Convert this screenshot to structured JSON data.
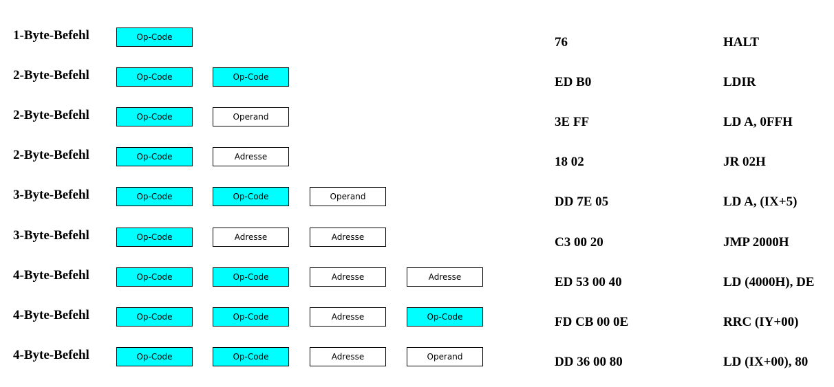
{
  "colors": {
    "opcode_fill": "#00ffff",
    "other_fill": "#ffffff",
    "border": "#000000"
  },
  "rows": [
    {
      "label": "1-Byte-Befehl",
      "cells": [
        {
          "kind": "opcode",
          "text": "Op-Code"
        }
      ],
      "hex": "76",
      "mnemonic": "HALT"
    },
    {
      "label": "2-Byte-Befehl",
      "cells": [
        {
          "kind": "opcode",
          "text": "Op-Code"
        },
        {
          "kind": "opcode",
          "text": "Op-Code"
        }
      ],
      "hex": "ED B0",
      "mnemonic": "LDIR"
    },
    {
      "label": "2-Byte-Befehl",
      "cells": [
        {
          "kind": "opcode",
          "text": "Op-Code"
        },
        {
          "kind": "operand",
          "text": "Operand"
        }
      ],
      "hex": "3E FF",
      "mnemonic": "LD A, 0FFH"
    },
    {
      "label": "2-Byte-Befehl",
      "cells": [
        {
          "kind": "opcode",
          "text": "Op-Code"
        },
        {
          "kind": "address",
          "text": "Adresse"
        }
      ],
      "hex": "18 02",
      "mnemonic": "JR 02H"
    },
    {
      "label": "3-Byte-Befehl",
      "cells": [
        {
          "kind": "opcode",
          "text": "Op-Code"
        },
        {
          "kind": "opcode",
          "text": "Op-Code"
        },
        {
          "kind": "operand",
          "text": "Operand"
        }
      ],
      "hex": "DD 7E 05",
      "mnemonic": "LD A, (IX+5)"
    },
    {
      "label": "3-Byte-Befehl",
      "cells": [
        {
          "kind": "opcode",
          "text": "Op-Code"
        },
        {
          "kind": "address",
          "text": "Adresse"
        },
        {
          "kind": "address",
          "text": "Adresse"
        }
      ],
      "hex": "C3 00 20",
      "mnemonic": "JMP 2000H"
    },
    {
      "label": "4-Byte-Befehl",
      "cells": [
        {
          "kind": "opcode",
          "text": "Op-Code"
        },
        {
          "kind": "opcode",
          "text": "Op-Code"
        },
        {
          "kind": "address",
          "text": "Adresse"
        },
        {
          "kind": "address",
          "text": "Adresse"
        }
      ],
      "hex": "ED 53 00 40",
      "mnemonic": "LD (4000H), DE"
    },
    {
      "label": "4-Byte-Befehl",
      "cells": [
        {
          "kind": "opcode",
          "text": "Op-Code"
        },
        {
          "kind": "opcode",
          "text": "Op-Code"
        },
        {
          "kind": "address",
          "text": "Adresse"
        },
        {
          "kind": "opcode",
          "text": "Op-Code"
        }
      ],
      "hex": "FD CB 00 0E",
      "mnemonic": "RRC (IY+00)"
    },
    {
      "label": "4-Byte-Befehl",
      "cells": [
        {
          "kind": "opcode",
          "text": "Op-Code"
        },
        {
          "kind": "opcode",
          "text": "Op-Code"
        },
        {
          "kind": "address",
          "text": "Adresse"
        },
        {
          "kind": "operand",
          "text": "Operand"
        }
      ],
      "hex": "DD 36 00 80",
      "mnemonic": "LD (IX+00), 80"
    }
  ]
}
